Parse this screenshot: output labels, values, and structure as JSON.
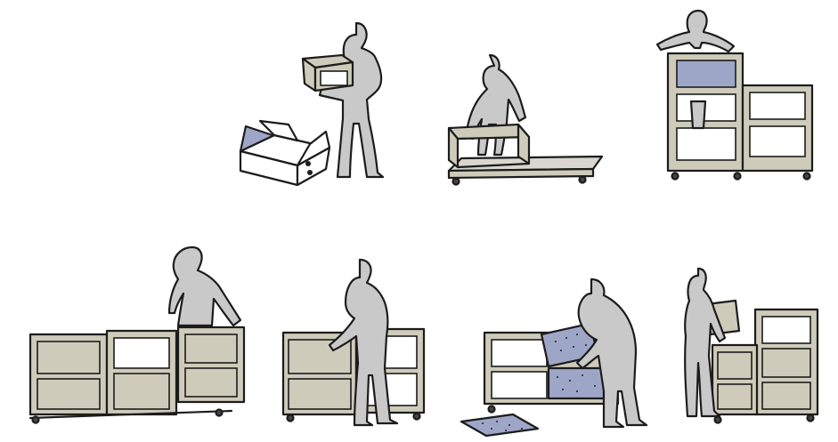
{
  "colors": {
    "figure": "#c9c9c9",
    "module": "#cfcbbb",
    "blue_panel": "#9ea6c8",
    "ink": "#1c1c1c",
    "background": "#ffffff"
  },
  "steps": [
    {
      "name": "unpack-module",
      "icons": [
        "person-icon",
        "box-icon",
        "module-icon"
      ]
    },
    {
      "name": "place-frame-on-base",
      "icons": [
        "person-icon",
        "base-icon",
        "module-icon"
      ]
    },
    {
      "name": "stack-modules",
      "icons": [
        "person-icon",
        "shelf-icon"
      ]
    },
    {
      "name": "add-drawer-modules",
      "icons": [
        "person-icon",
        "drawer-unit-icon"
      ]
    },
    {
      "name": "attach-drawers",
      "icons": [
        "person-icon",
        "drawer-unit-icon"
      ]
    },
    {
      "name": "insert-panels",
      "icons": [
        "person-icon",
        "panel-icon"
      ]
    },
    {
      "name": "connect-units",
      "icons": [
        "person-icon",
        "drawer-unit-icon"
      ]
    }
  ]
}
